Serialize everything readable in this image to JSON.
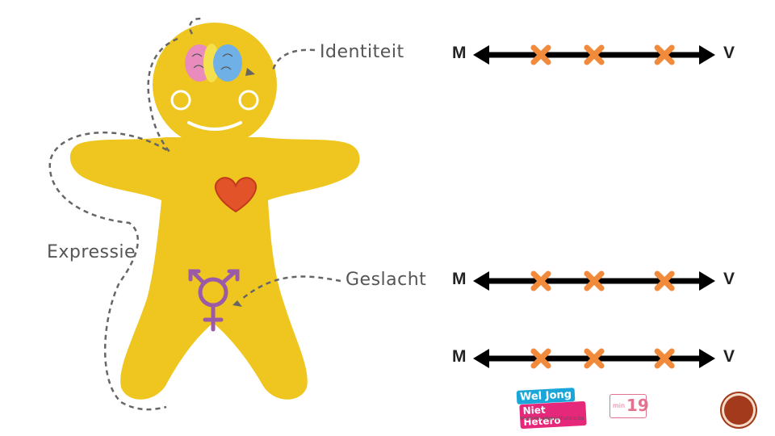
{
  "colors": {
    "body": "#eec61f",
    "heart": "#e2532a",
    "symbol": "#9a5aa8",
    "cross": "#f28a3c",
    "arrow": "#000000",
    "dashed": "#666666"
  },
  "labels": {
    "identity": "Identiteit",
    "expression": "Expressie",
    "sex": "Geslacht"
  },
  "scales": [
    {
      "left": "M",
      "right": "V",
      "markers": [
        0.25,
        0.5,
        0.83
      ]
    },
    {
      "left": "M",
      "right": "V",
      "markers": [
        0.25,
        0.5,
        0.83
      ]
    },
    {
      "left": "M",
      "right": "V",
      "markers": [
        0.25,
        0.5,
        0.83
      ]
    }
  ],
  "logos": {
    "wel_line1": "Wel Jong",
    "wel_line2": "Niet Hetero",
    "wel_url": "www.weljongniethetero.be",
    "min_prefix": "min",
    "min_number": "19"
  }
}
